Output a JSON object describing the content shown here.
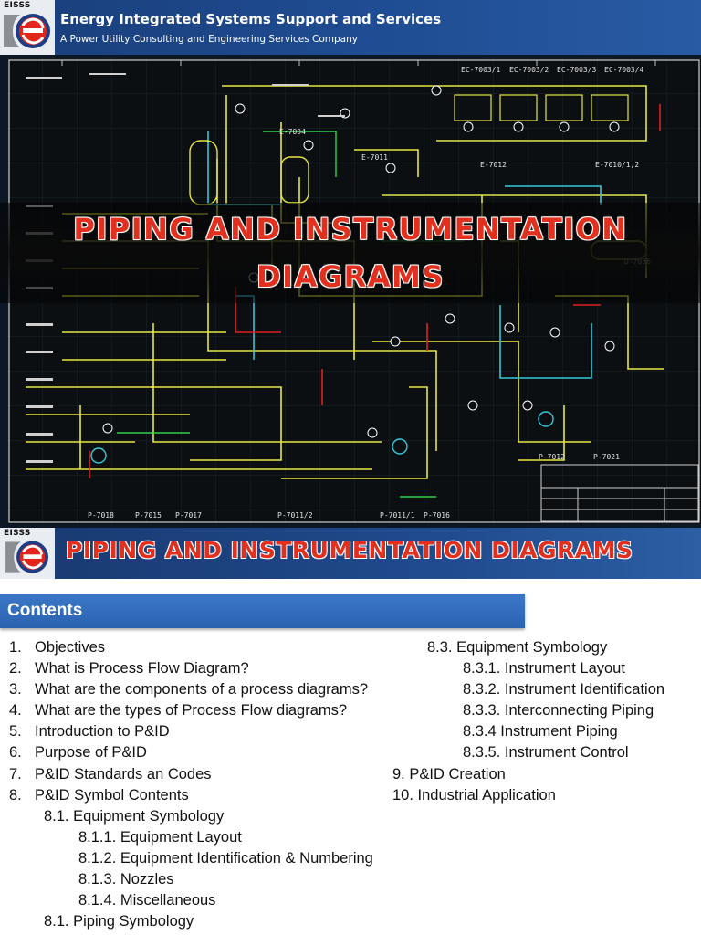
{
  "header": {
    "logo_text": "EISSS",
    "company_name": "Energy Integrated Systems Support and Services",
    "tagline": "A Power Utility Consulting and Engineering Services  Company"
  },
  "cover": {
    "title_line1": "PIPING AND INSTRUMENTATION",
    "title_line2": "DIAGRAMS",
    "tags": [
      "EC-7003/1",
      "EC-7003/2",
      "EC-7003/3",
      "EC-7003/4",
      "E-7004",
      "E-7011",
      "E-7012",
      "E-7010/1,2",
      "D-7036",
      "P-7012",
      "P-7021",
      "P-7018",
      "P-7015",
      "P-7017",
      "P-7011/2",
      "P-7011/1",
      "P-7016"
    ]
  },
  "slide2": {
    "logo_text": "EISSS",
    "title": "PIPING AND INSTRUMENTATION DIAGRAMS",
    "contents_label": "Contents",
    "left_items": [
      {
        "num": "1.",
        "text": "Objectives"
      },
      {
        "num": "2.",
        "text": "What is Process Flow Diagram?"
      },
      {
        "num": "3.",
        "text": "What are the components of a process diagrams?"
      },
      {
        "num": "4.",
        "text": "What are the types of Process Flow diagrams?"
      },
      {
        "num": "5.",
        "text": "Introduction to P&ID"
      },
      {
        "num": "6.",
        "text": "Purpose of P&ID"
      },
      {
        "num": "7.",
        "text": "P&ID Standards an Codes"
      },
      {
        "num": "8.",
        "text": "P&ID Symbol Contents"
      },
      {
        "num": "",
        "text": "8.1. Equipment Symbology"
      },
      {
        "num": "",
        "text": "8.1.1. Equipment Layout"
      },
      {
        "num": "",
        "text": "8.1.2. Equipment Identification  & Numbering"
      },
      {
        "num": "",
        "text": "8.1.3. Nozzles"
      },
      {
        "num": "",
        "text": "8.1.4. Miscellaneous"
      },
      {
        "num": "",
        "text": "8.1. Piping Symbology"
      }
    ],
    "right_items": [
      {
        "text": "8.3. Equipment Symbology"
      },
      {
        "text": "8.3.1. Instrument  Layout"
      },
      {
        "text": "8.3.2. Instrument Identification"
      },
      {
        "text": "8.3.3. Interconnecting Piping"
      },
      {
        "text": "8.3.4 Instrument Piping"
      },
      {
        "text": "8.3.5. Instrument Control"
      },
      {
        "text": "9. P&ID Creation"
      },
      {
        "text": "10. Industrial Application"
      }
    ]
  },
  "colors": {
    "header_blue": "#1f4a8c",
    "title_red": "#e1301e",
    "contents_bar": "#2f6bbb",
    "pipe_yellow": "#e6e640",
    "pipe_cyan": "#36c8d8",
    "pipe_red": "#e02020",
    "pipe_green": "#2fd04a"
  }
}
